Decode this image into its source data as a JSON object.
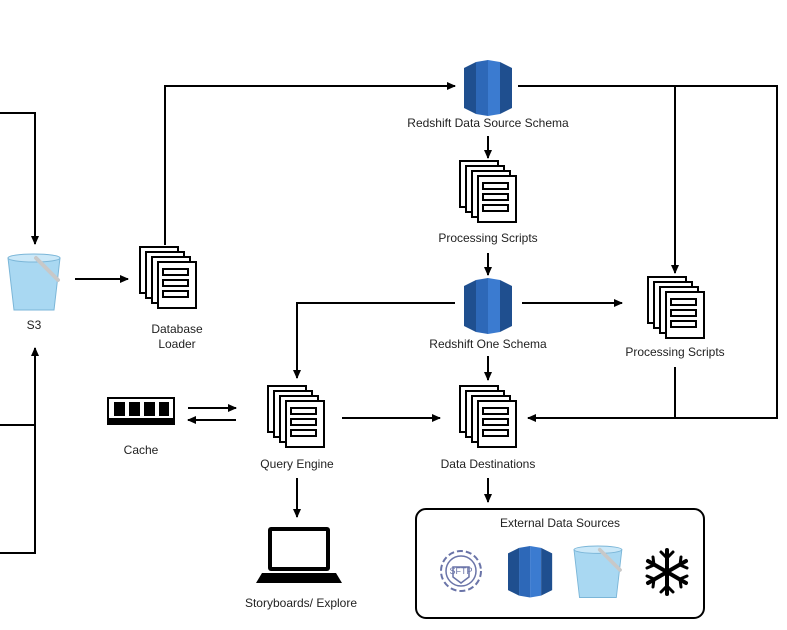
{
  "nodes": {
    "s3": "S3",
    "database_loader": "Database Loader",
    "redshift_source": "Redshift Data Source Schema",
    "processing_scripts_1": "Processing Scripts",
    "redshift_one": "Redshift One Schema",
    "processing_scripts_2": "Processing Scripts",
    "cache": "Cache",
    "query_engine": "Query Engine",
    "data_destinations": "Data Destinations",
    "storyboards": "Storyboards/ Explore"
  },
  "external": {
    "title": "External Data Sources",
    "sftp_label": "SFTP",
    "icons": [
      "sftp-icon",
      "redshift-icon",
      "s3-bucket-icon",
      "snowflake-icon"
    ]
  },
  "colors": {
    "redshift_dark": "#1f4f8f",
    "redshift_light": "#3b7bd0",
    "bucket": "#a9d8f2",
    "line": "#000000",
    "sftp": "#6a74a8"
  }
}
